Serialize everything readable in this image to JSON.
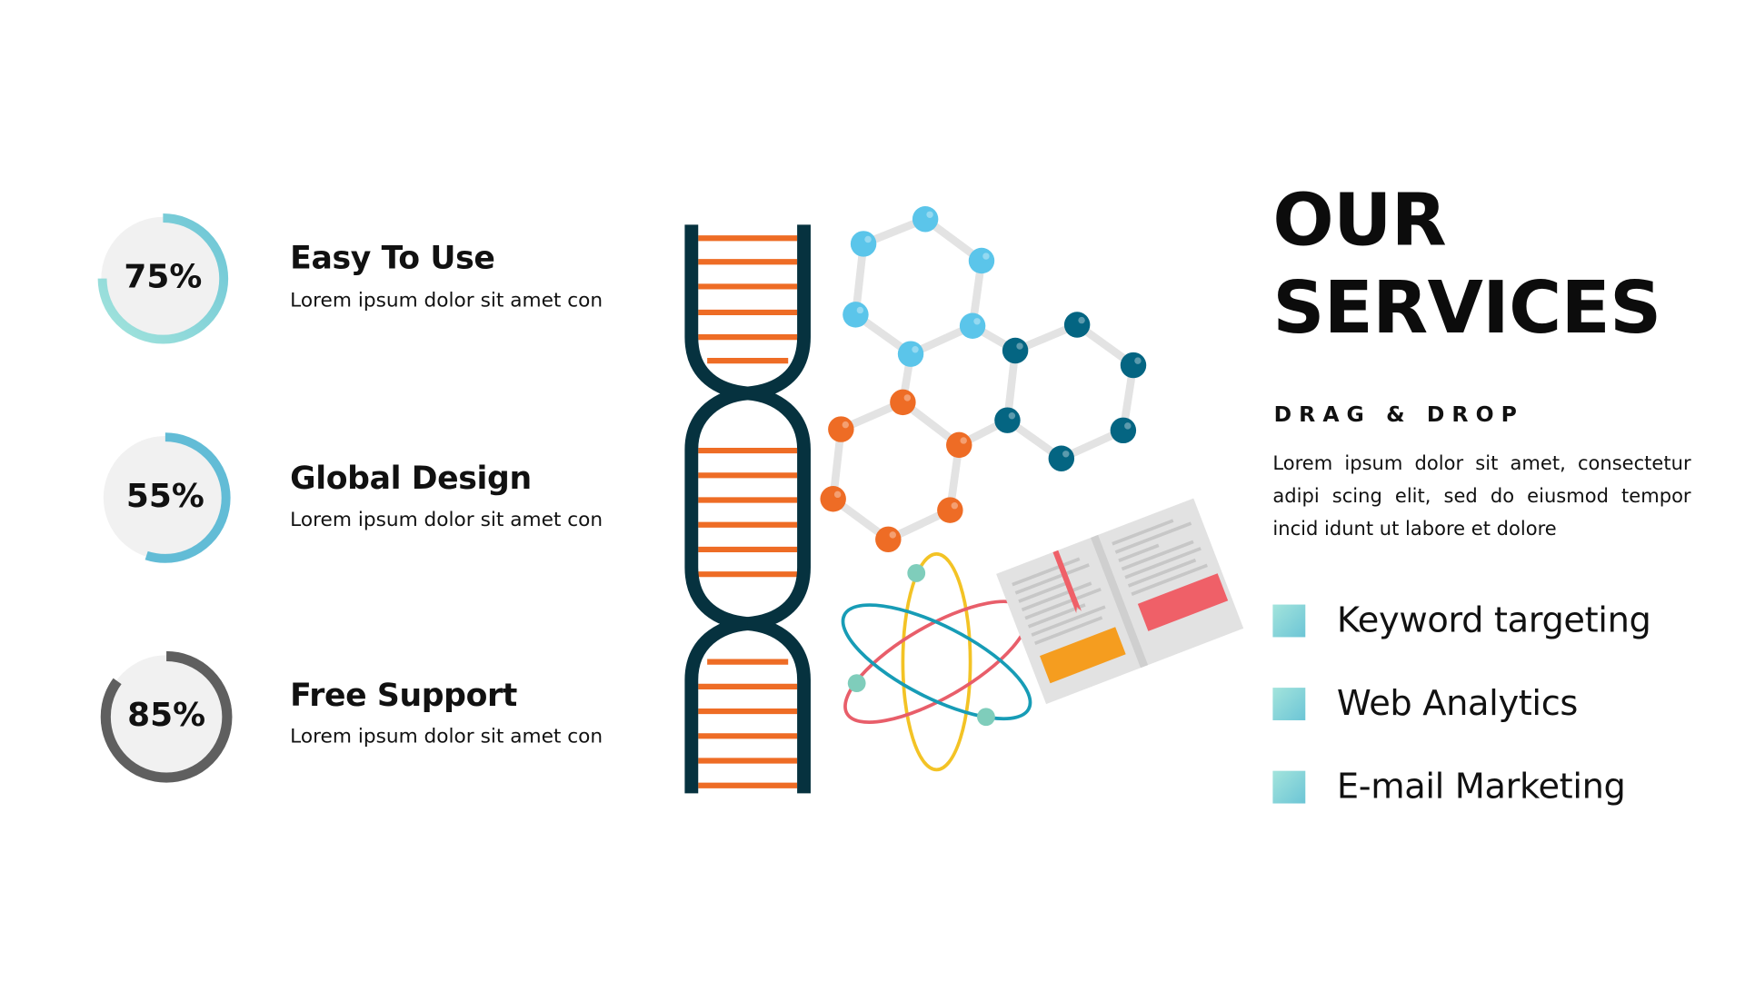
{
  "features": [
    {
      "percent": 75,
      "percent_label": "75%",
      "title": "Easy To Use",
      "description": "Lorem ipsum dolor sit amet con",
      "color": "#7fd3d8"
    },
    {
      "percent": 55,
      "percent_label": "55%",
      "title": "Global Design",
      "description": "Lorem ipsum dolor sit amet con",
      "color": "#62bcd6"
    },
    {
      "percent": 85,
      "percent_label": "85%",
      "title": "Free Support",
      "description": "Lorem ipsum dolor sit amet con",
      "color": "#5f5f5f"
    }
  ],
  "services": {
    "title_line1": "OUR",
    "title_line2": "SERVICES",
    "subtitle": "DRAG & DROP",
    "paragraph": "Lorem ipsum dolor sit amet, consectetur adipi scing elit, sed do eiusmod tempor incid idunt ut labore et dolore",
    "items": [
      {
        "label": "Keyword targeting"
      },
      {
        "label": "Web Analytics"
      },
      {
        "label": "E-mail Marketing"
      }
    ]
  },
  "colors": {
    "dna_strand": "#06323f",
    "dna_rung": "#ee6c25",
    "atom_light": "#5bc5ea",
    "atom_dark": "#046582",
    "atom_orange": "#ee6c25"
  }
}
